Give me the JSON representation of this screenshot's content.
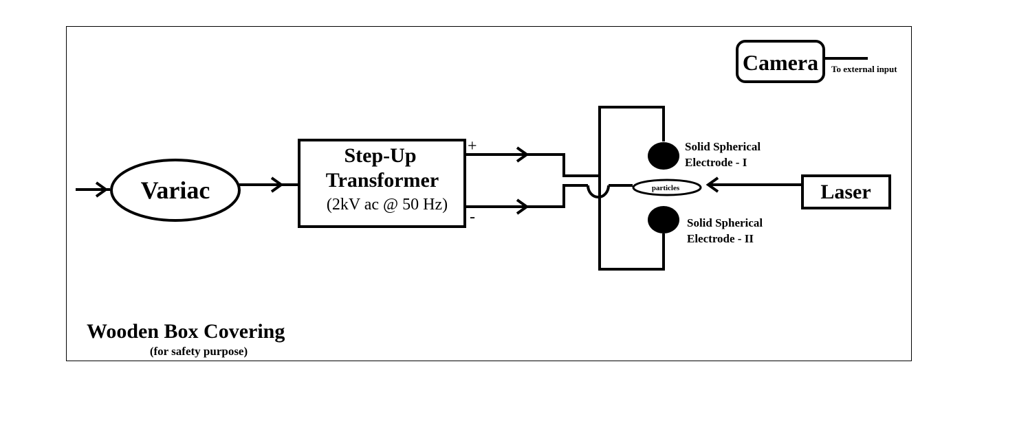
{
  "enclosure": {
    "title": "Wooden Box Covering",
    "subtitle": "(for safety purpose)"
  },
  "variac": {
    "label": "Variac"
  },
  "transformer": {
    "line1": "Step-Up",
    "line2": "Transformer",
    "rating": "(2kV ac @ 50 Hz)",
    "plus": "+",
    "minus": "-"
  },
  "camera": {
    "label": "Camera",
    "output": "To external input"
  },
  "electrode_top": {
    "line1": "Solid Spherical",
    "line2": "Electrode - I"
  },
  "electrode_bottom": {
    "line1": "Solid Spherical",
    "line2": "Electrode - II"
  },
  "particles": {
    "label": "particles"
  },
  "laser": {
    "label": "Laser"
  }
}
